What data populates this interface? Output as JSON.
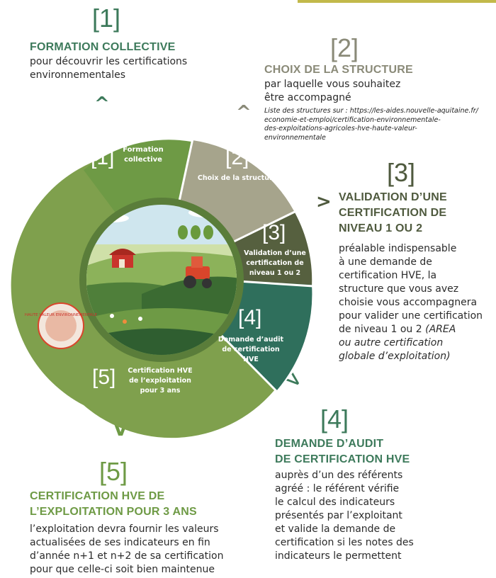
{
  "steps": [
    {
      "num": "[1]",
      "title": "FORMATION COLLECTIVE",
      "text": [
        "pour découvrir les certifications",
        "environnementales"
      ]
    },
    {
      "num": "[2]",
      "title": "CHOIX DE LA STRUCTURE",
      "text": [
        "par laquelle vous souhaitez",
        "être accompagné"
      ],
      "note": [
        "Liste des structures sur : https://les-aides.nouvelle-aquitaine.fr/",
        "economie-et-emploi/certification-environnementale-",
        "des-exploitations-agricoles-hve-haute-valeur-",
        "environnementale"
      ]
    },
    {
      "num": "[3]",
      "title": [
        "VALIDATION D’UNE",
        "CERTIFICATION DE",
        "NIVEAU 1 OU 2"
      ],
      "text": [
        "préalable indispensable",
        "à une demande de",
        "certification HVE, la",
        "structure que vous avez",
        "choisie vous accompagnera",
        "pour valider une certification",
        "de niveau 1 ou 2 "
      ],
      "text_italic": [
        "(AREA",
        "ou autre certification",
        "globale d’exploitation)"
      ]
    },
    {
      "num": "[4]",
      "title": [
        "DEMANDE D’AUDIT",
        "DE CERTIFICATION HVE"
      ],
      "text": [
        "auprès d’un des référents",
        "agréé : le référent vérifie",
        "le calcul des indicateurs",
        "présentés par l’exploitant",
        "et valide la demande de",
        "certification si les notes des",
        "indicateurs le permettent"
      ]
    },
    {
      "num": "[5]",
      "title": [
        "CERTIFICATION HVE DE",
        "L’EXPLOITATION POUR 3 ANS"
      ],
      "text": [
        "l’exploitation devra fournir les valeurs",
        "actualisées de ses indicateurs en fin",
        "d’année n+1 et n+2 de sa certification",
        "pour que celle-ci soit bien maintenue"
      ]
    }
  ],
  "wheel": {
    "segments": [
      {
        "num": "[1]",
        "label": [
          "Formation",
          "collective"
        ],
        "color": "#6e9a45"
      },
      {
        "num": "[2]",
        "label": [
          "Choix de la structure"
        ],
        "color": "#a6a48c"
      },
      {
        "num": "[3]",
        "label": [
          "Validation d’une",
          "certification de",
          "niveau 1 ou 2"
        ],
        "color": "#56603f"
      },
      {
        "num": "[4]",
        "label": [
          "Demande d’audit",
          "de certification",
          "HVE"
        ],
        "color": "#2f6f5c"
      },
      {
        "num": "[5]",
        "label": [
          "Certification HVE",
          "de l’exploitation",
          "pour 3 ans"
        ],
        "color": "#7fa04d"
      }
    ],
    "seal_text": "HAUTE VALEUR ENVIRONNEMENTALE"
  },
  "arrows": [
    "^",
    "^",
    ">",
    ">",
    "V"
  ],
  "colors": {
    "dark_green": "#3d7a5b",
    "grey": "#8a8a78",
    "olive": "#4f5a3e",
    "light_green": "#6e9a45"
  }
}
